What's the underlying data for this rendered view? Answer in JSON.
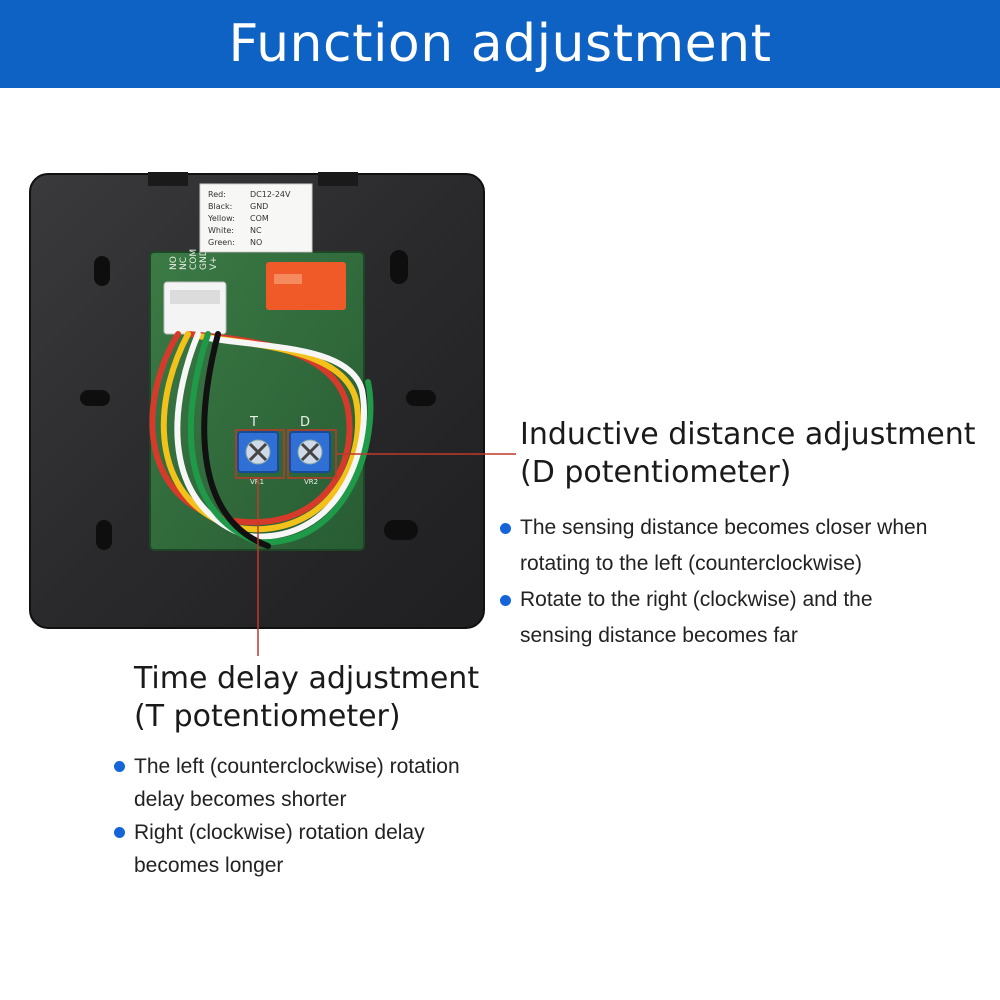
{
  "header": {
    "title": "Function adjustment"
  },
  "wiring_label": {
    "rows": [
      {
        "wire": "Red:",
        "value": "DC12-24V"
      },
      {
        "wire": "Black:",
        "value": "GND"
      },
      {
        "wire": "Yellow:",
        "value": "COM"
      },
      {
        "wire": "White:",
        "value": "NC"
      },
      {
        "wire": "Green:",
        "value": "NO"
      }
    ]
  },
  "board": {
    "pins": [
      "NO",
      "NC",
      "COM",
      "GND",
      "V+"
    ],
    "pot_t_label": "T",
    "pot_d_label": "D",
    "pot_t_ref": "VR1",
    "pot_d_ref": "VR2"
  },
  "callout_d": {
    "title_line1": "Inductive distance adjustment",
    "title_line2": "(D potentiometer)",
    "bullets": [
      {
        "line1": "The sensing distance becomes closer when",
        "line2": "rotating to the left (counterclockwise)"
      },
      {
        "line1": "Rotate to the right (clockwise) and the",
        "line2": "sensing distance becomes far"
      }
    ]
  },
  "callout_t": {
    "title_line1": "Time delay adjustment",
    "title_line2": "(T potentiometer)",
    "bullets": [
      {
        "line1": "The left (counterclockwise) rotation",
        "line2": "delay becomes shorter"
      },
      {
        "line1": "Right (clockwise) rotation delay",
        "line2": "becomes longer"
      }
    ]
  },
  "colors": {
    "header_bg": "#0d62c4",
    "bullet_dot": "#1565d8",
    "leader_line": "#c0392b",
    "pot_blue": "#2f6fd6",
    "relay_orange": "#f05a28",
    "pcb_green": "#2e6b3a"
  }
}
